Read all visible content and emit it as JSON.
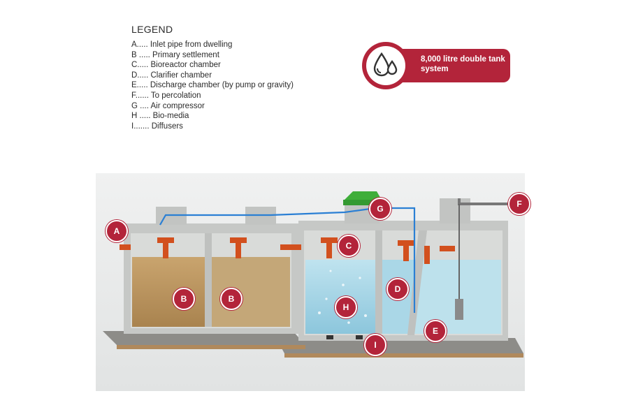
{
  "legend": {
    "title": "LEGEND",
    "items": [
      "A..... Inlet pipe from dwelling",
      "B ..... Primary settlement",
      "C..... Bioreactor chamber",
      "D..... Clarifier chamber",
      "E..... Discharge chamber (by pump or gravity)",
      "F...... To percolation",
      "G .... Air compressor",
      "H ..... Bio-media",
      "I....... Diffusers"
    ]
  },
  "badge": {
    "text": "8,000 litre double tank system",
    "icon": "water-drops-icon"
  },
  "markers": {
    "A": "A",
    "B1": "B",
    "B2": "B",
    "C": "C",
    "D": "D",
    "E": "E",
    "F": "F",
    "G": "G",
    "H": "H",
    "I": "I"
  },
  "colors": {
    "accent": "#b3243a",
    "concrete": "#c9cbc9",
    "sludge": "#b48c5a",
    "water": "#9ed2e4",
    "pipe": "#d2501e",
    "compressor": "#3fae3a",
    "air_line": "#2a7fd4"
  }
}
